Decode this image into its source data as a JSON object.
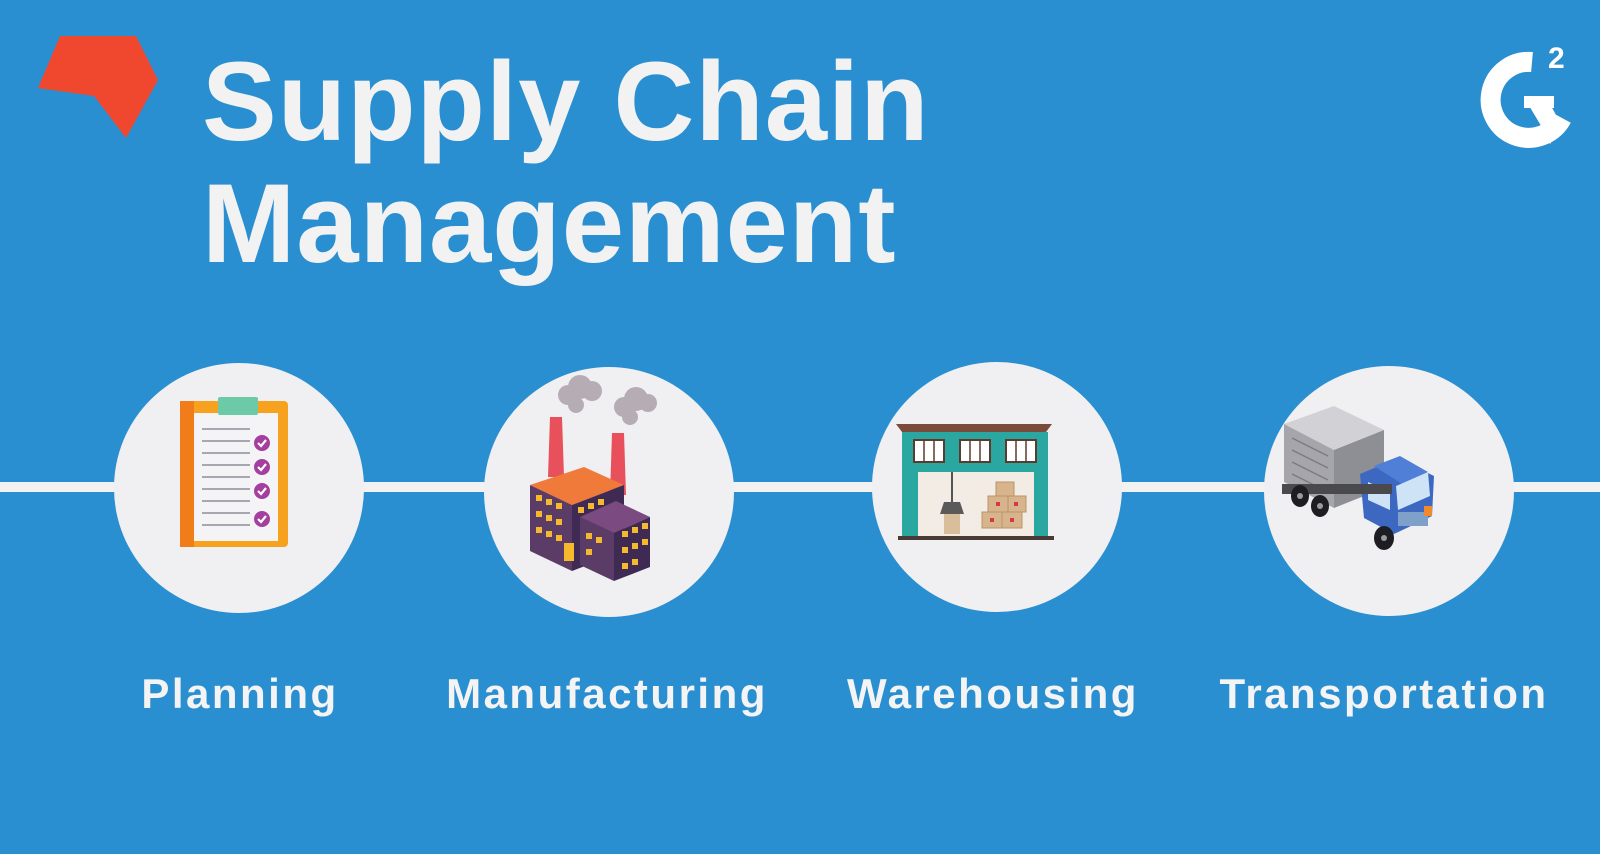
{
  "title": {
    "line1": "Supply Chain",
    "line2": "Management"
  },
  "logos": {
    "g2": "G2",
    "brand_mark": "red-hexagon-mark"
  },
  "colors": {
    "background": "#2A8FD1",
    "text": "#F2F2F2",
    "circle": "#F0F0F2",
    "accent": "#F0482E"
  },
  "steps": [
    {
      "label": "Planning",
      "icon": "clipboard-checklist-icon"
    },
    {
      "label": "Manufacturing",
      "icon": "factory-icon"
    },
    {
      "label": "Warehousing",
      "icon": "warehouse-icon"
    },
    {
      "label": "Transportation",
      "icon": "delivery-truck-icon"
    }
  ]
}
